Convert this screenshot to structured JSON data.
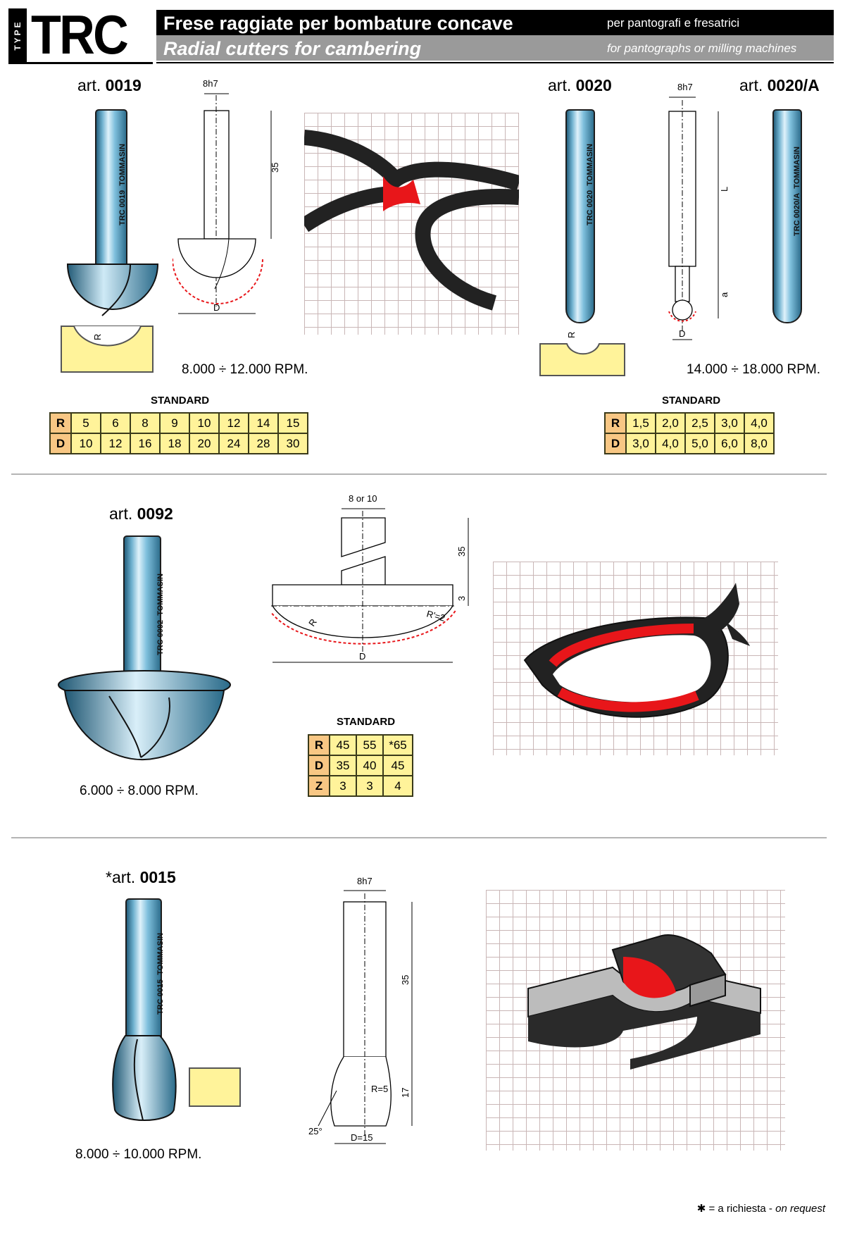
{
  "header": {
    "type_label": "TYPE",
    "code": "TRC",
    "title_it": "Frese raggiate per bombature concave",
    "title_en": "Radial cutters for cambering",
    "subtitle_it": "per pantografi e fresatrici",
    "subtitle_en": "for pantographs or milling machines"
  },
  "brand": "TOMMASIN",
  "sections": [
    {
      "art_prefix": "art.",
      "art": "0019",
      "tool_code": "TRC 0019",
      "dims": {
        "shank": "8h7",
        "length": "35",
        "diameter": "D",
        "radius": "R"
      },
      "rpm": "8.000 ÷ 12.000 RPM.",
      "standard_label": "STANDARD",
      "table": {
        "rows": [
          {
            "label": "R",
            "values": [
              "5",
              "6",
              "8",
              "9",
              "10",
              "12",
              "14",
              "15"
            ]
          },
          {
            "label": "D",
            "values": [
              "10",
              "12",
              "16",
              "18",
              "20",
              "24",
              "28",
              "30"
            ]
          }
        ]
      }
    },
    {
      "art_prefix": "art.",
      "art": "0020",
      "art_b": "0020/A",
      "tool_code": "TRC 0020",
      "tool_code_b": "TRC 0020/A",
      "dims": {
        "shank": "8h7",
        "length": "L",
        "a": "a",
        "diameter": "D",
        "radius": "R"
      },
      "rpm": "14.000 ÷ 18.000 RPM.",
      "standard_label": "STANDARD",
      "table": {
        "rows": [
          {
            "label": "R",
            "values": [
              "1,5",
              "2,0",
              "2,5",
              "3,0",
              "4,0"
            ]
          },
          {
            "label": "D",
            "values": [
              "3,0",
              "4,0",
              "5,0",
              "6,0",
              "8,0"
            ]
          }
        ]
      }
    },
    {
      "art_prefix": "art.",
      "art": "0092",
      "tool_code": "TRC 0092",
      "dims": {
        "shank": "8 or 10",
        "length": "35",
        "height": "3",
        "corner": "R'=2",
        "radius": "R",
        "diameter": "D"
      },
      "rpm": "6.000 ÷ 8.000 RPM.",
      "standard_label": "STANDARD",
      "table": {
        "rows": [
          {
            "label": "R",
            "values": [
              "45",
              "55",
              "*65"
            ]
          },
          {
            "label": "D",
            "values": [
              "35",
              "40",
              "45"
            ]
          },
          {
            "label": "Z",
            "values": [
              "3",
              "3",
              "4"
            ]
          }
        ]
      }
    },
    {
      "art_prefix": "*art.",
      "art": "0015",
      "tool_code": "TRC 0015",
      "dims": {
        "shank": "8h7",
        "length": "35",
        "head": "17",
        "radius": "R=5",
        "angle": "25°",
        "diameter": "D=15"
      },
      "rpm": "8.000 ÷ 10.000 RPM."
    }
  ],
  "footnote": {
    "symbol": "✱",
    "text_it": "= a richiesta -",
    "text_en": "on request"
  },
  "colors": {
    "yellow": "#fff39a",
    "orange": "#f8c784",
    "steel_blue": "#6fb1cf",
    "red": "#e8161a"
  }
}
